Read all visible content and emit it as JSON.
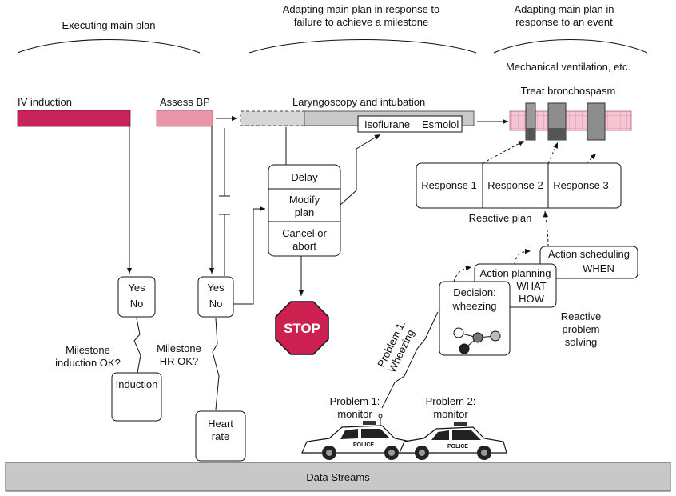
{
  "headers": {
    "executing": "Executing main plan",
    "adapting_failure_1": "Adapting main plan in response to",
    "adapting_failure_2": "failure to achieve a milestone",
    "adapting_event_1": "Adapting main plan in",
    "adapting_event_2": "response to an event"
  },
  "plan_labels": {
    "iv_induction": "IV induction",
    "assess_bp": "Assess BP",
    "laryngoscopy": "Laryngoscopy and intubation",
    "mech_vent": "Mechanical ventilation, etc.",
    "treat_bronchospasm": "Treat bronchospasm"
  },
  "drugs": {
    "isoflurane": "Isoflurane",
    "esmolol": "Esmolol"
  },
  "decision_box": {
    "delay": "Delay",
    "modify_1": "Modify",
    "modify_2": "plan",
    "cancel_1": "Cancel or",
    "cancel_2": "abort"
  },
  "stop_sign": "STOP",
  "reactive_plan": {
    "response_1": "Response 1",
    "response_2": "Response 2",
    "response_3": "Response 3",
    "label": "Reactive plan"
  },
  "reactive_solving": {
    "action_scheduling": "Action scheduling",
    "when": "WHEN",
    "action_planning": "Action planning",
    "what": "WHAT",
    "how": "HOW",
    "decision_1": "Decision:",
    "decision_2": "wheezing",
    "label_1": "Reactive",
    "label_2": "problem",
    "label_3": "solving"
  },
  "milestones": {
    "yes": "Yes",
    "no": "No",
    "induction_ok_1": "Milestone",
    "induction_ok_2": "induction OK?",
    "hr_ok_1": "Milestone",
    "hr_ok_2": "HR OK?"
  },
  "monitors": {
    "induction": "Induction",
    "heart_rate_1": "Heart",
    "heart_rate_2": "rate",
    "problem1_line1": "Problem 1:",
    "problem1_line2": "monitor",
    "problem2_line1": "Problem 2:",
    "problem2_line2": "monitor",
    "wheezing_1": "Problem 1:",
    "wheezing_2": "Wheezing",
    "police": "POLICE"
  },
  "data_streams": "Data Streams",
  "colors": {
    "iv_bar": "#c8245a",
    "bp_bar": "#e896a8",
    "stop_sign": "#cc2150",
    "data_streams": "#c8c8c8",
    "gray_bar": "#c9c9c9",
    "grid_pink": "#f4c6d4",
    "grid_lines": "#d98aa2",
    "dark_block": "#8d8d8d"
  }
}
